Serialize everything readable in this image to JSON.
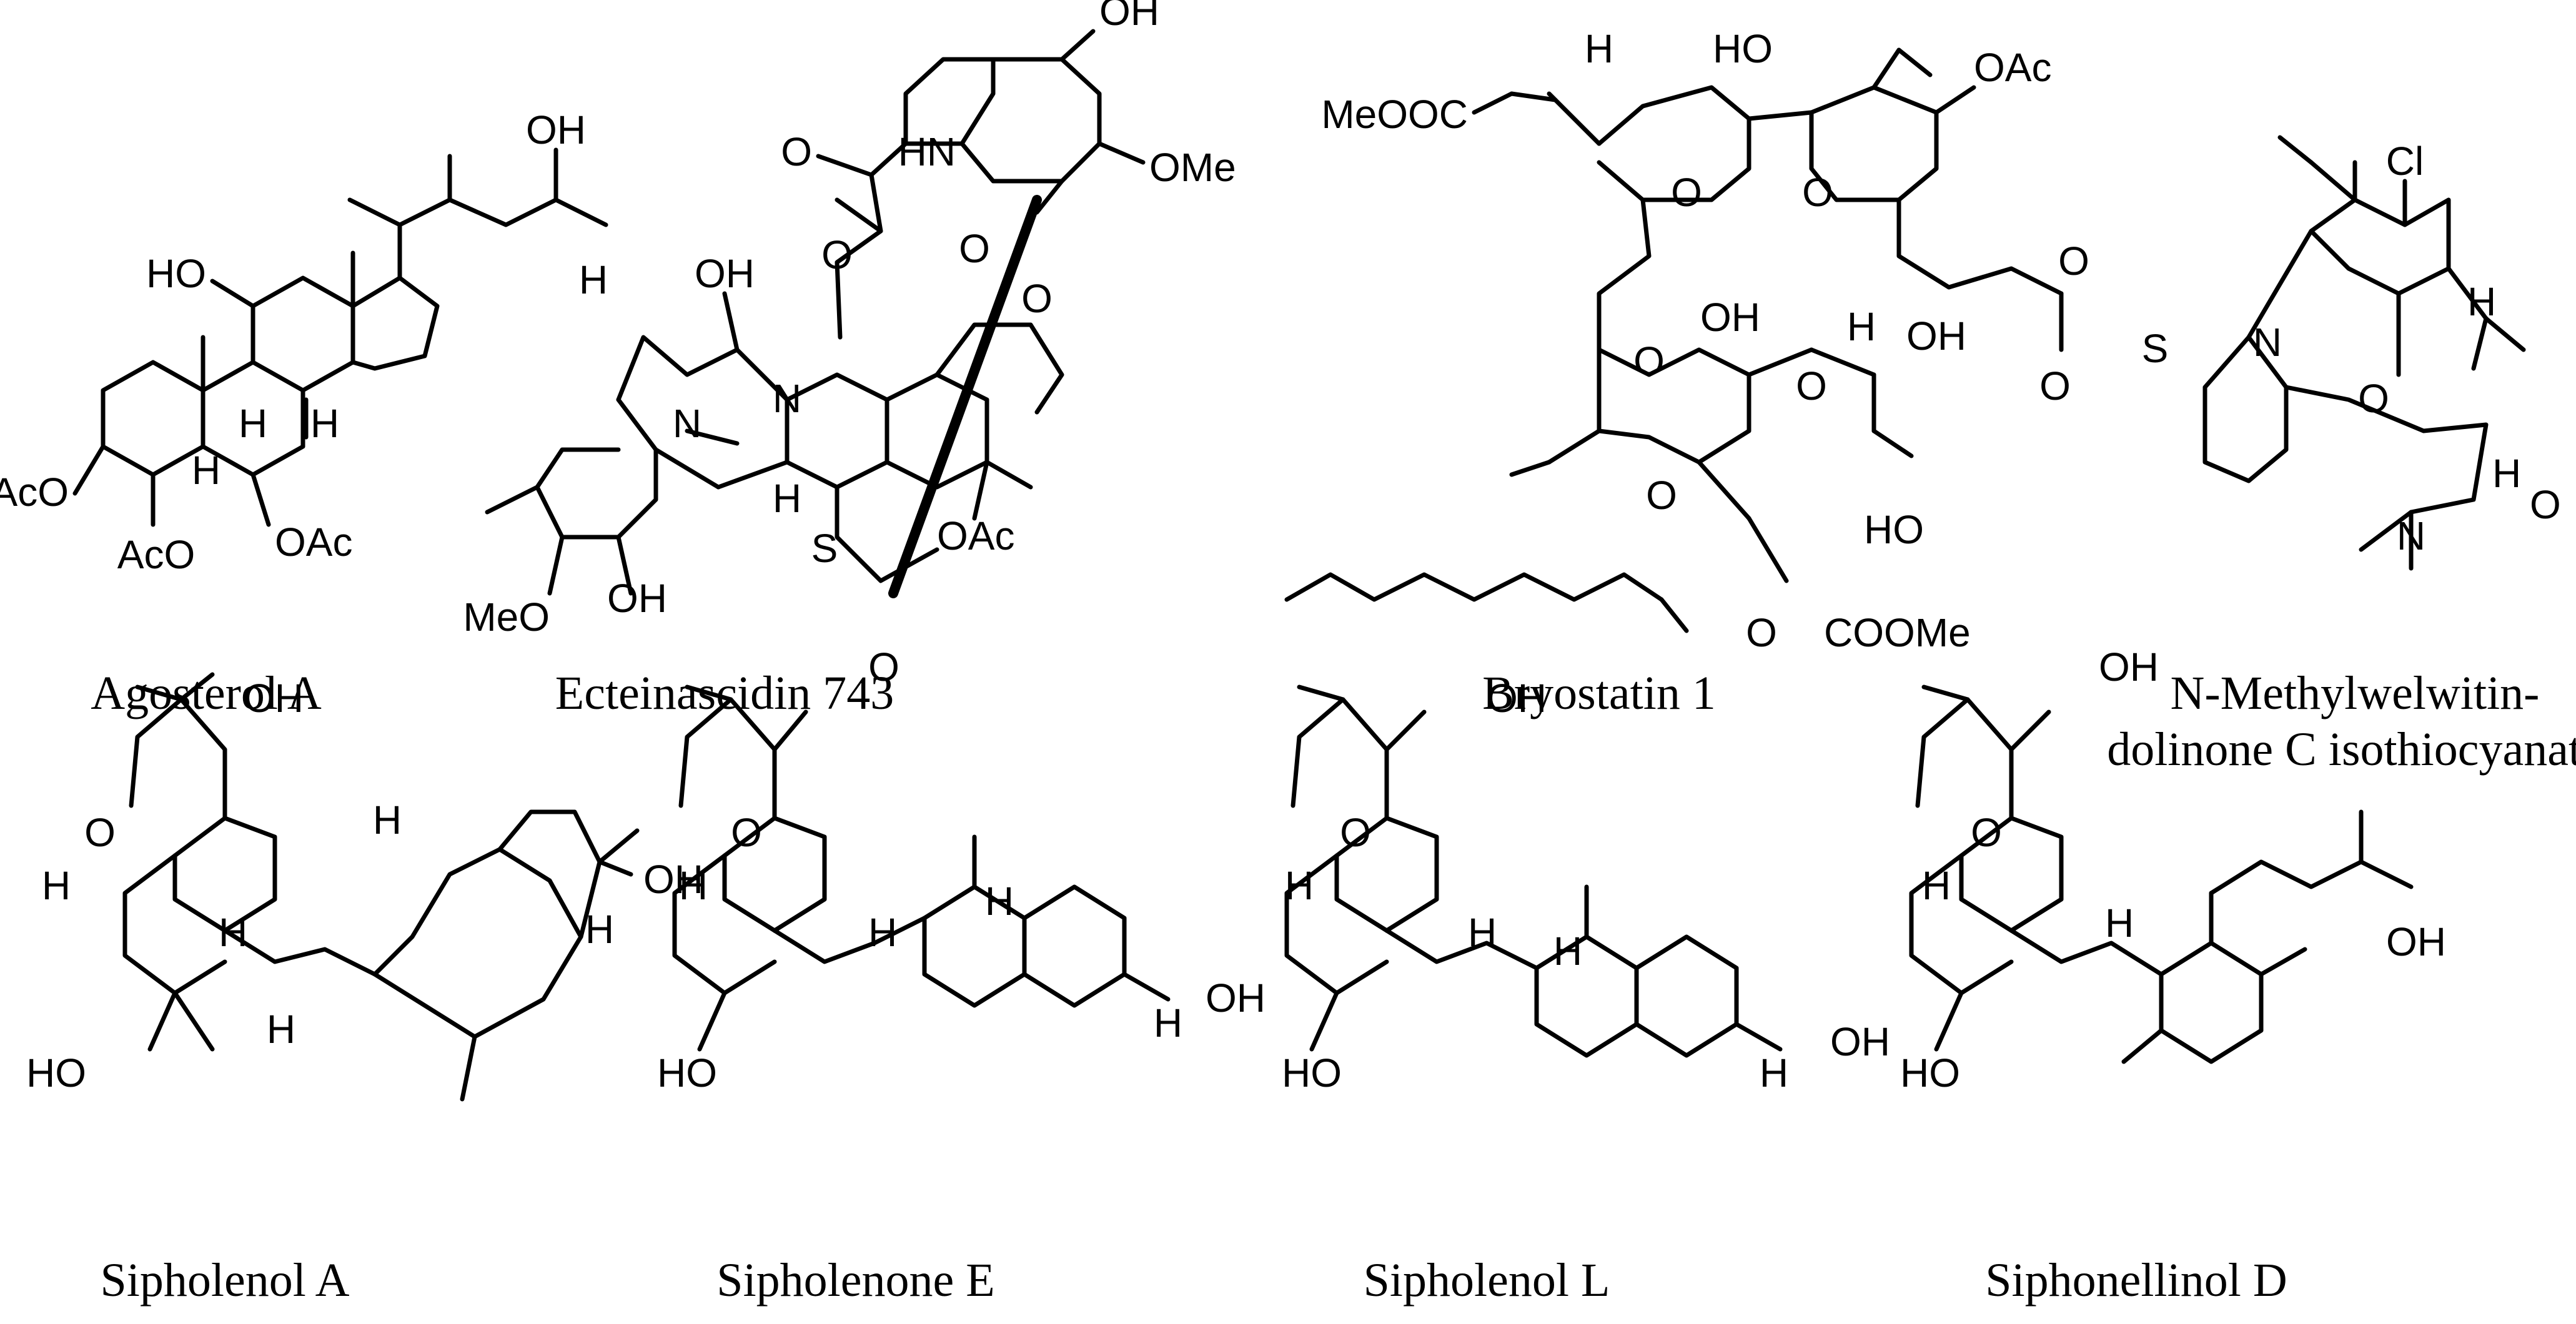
{
  "compounds": [
    {
      "name": "Agosterol A",
      "labels": [
        "OH",
        "HO",
        "H",
        "H",
        "H",
        "H",
        "AcO",
        "AcO",
        "OAc"
      ]
    },
    {
      "name": "Ecteinascidin 743",
      "labels": [
        "OH",
        "O",
        "HN",
        "OMe",
        "O",
        "O",
        "OH",
        "N",
        "N",
        "H",
        "S",
        "OAc",
        "OH",
        "MeO",
        "O"
      ]
    },
    {
      "name": "Bryostatin 1",
      "labels": [
        "H",
        "HO",
        "OAc",
        "MeOOC",
        "O",
        "O",
        "O",
        "OH",
        "O",
        "OH",
        "O",
        "H",
        "O",
        "HO",
        "O",
        "O",
        "COOMe"
      ]
    },
    {
      "name_line1": "N-Methylwelwitin-",
      "name_line2": "dolinone C isothiocyanate",
      "labels": [
        "Cl",
        "S",
        "N",
        "H",
        "O",
        "H",
        "O",
        "N"
      ]
    },
    {
      "name": "Sipholenol A",
      "labels": [
        "OH",
        "O",
        "H",
        "H",
        "H",
        "OH",
        "H",
        "H",
        "HO"
      ]
    },
    {
      "name": "Sipholenone E",
      "labels": [
        "O",
        "O",
        "H",
        "H",
        "H",
        "OH",
        "H",
        "HO"
      ]
    },
    {
      "name": "Sipholenol L",
      "labels": [
        "OH",
        "O",
        "H",
        "H",
        "H",
        "OH",
        "H",
        "HO"
      ]
    },
    {
      "name": "Siphonellinol D",
      "labels": [
        "OH",
        "O",
        "H",
        "H",
        "OH",
        "HO"
      ]
    }
  ]
}
